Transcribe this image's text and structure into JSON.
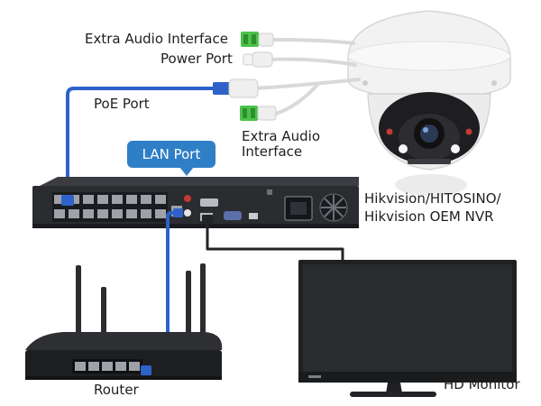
{
  "labels": {
    "extra_audio_interface_top": "Extra Audio Interface",
    "power_port": "Power Port",
    "poe_port": "PoE Port",
    "extra_audio_interface_line1": "Extra Audio",
    "extra_audio_interface_line2": "Interface",
    "lan_port": "LAN Port",
    "nvr_line1": "Hikvision/HITOSINO/",
    "nvr_line2": "Hikvision OEM NVR",
    "router": "Router",
    "hd_monitor": "HD Monitor"
  },
  "colors": {
    "poe_cable": "#2f62c9",
    "lan_callout": "#2f7fc7",
    "audio_connector": "#4cc24a",
    "nvr_body": "#2a2c30",
    "monitor_body": "#1f2022",
    "camera_white": "#f4f4f4"
  },
  "icons": [
    "dome-camera-icon",
    "nvr-recorder-icon",
    "router-icon",
    "monitor-icon",
    "audio-connector-icon",
    "power-connector-icon"
  ]
}
